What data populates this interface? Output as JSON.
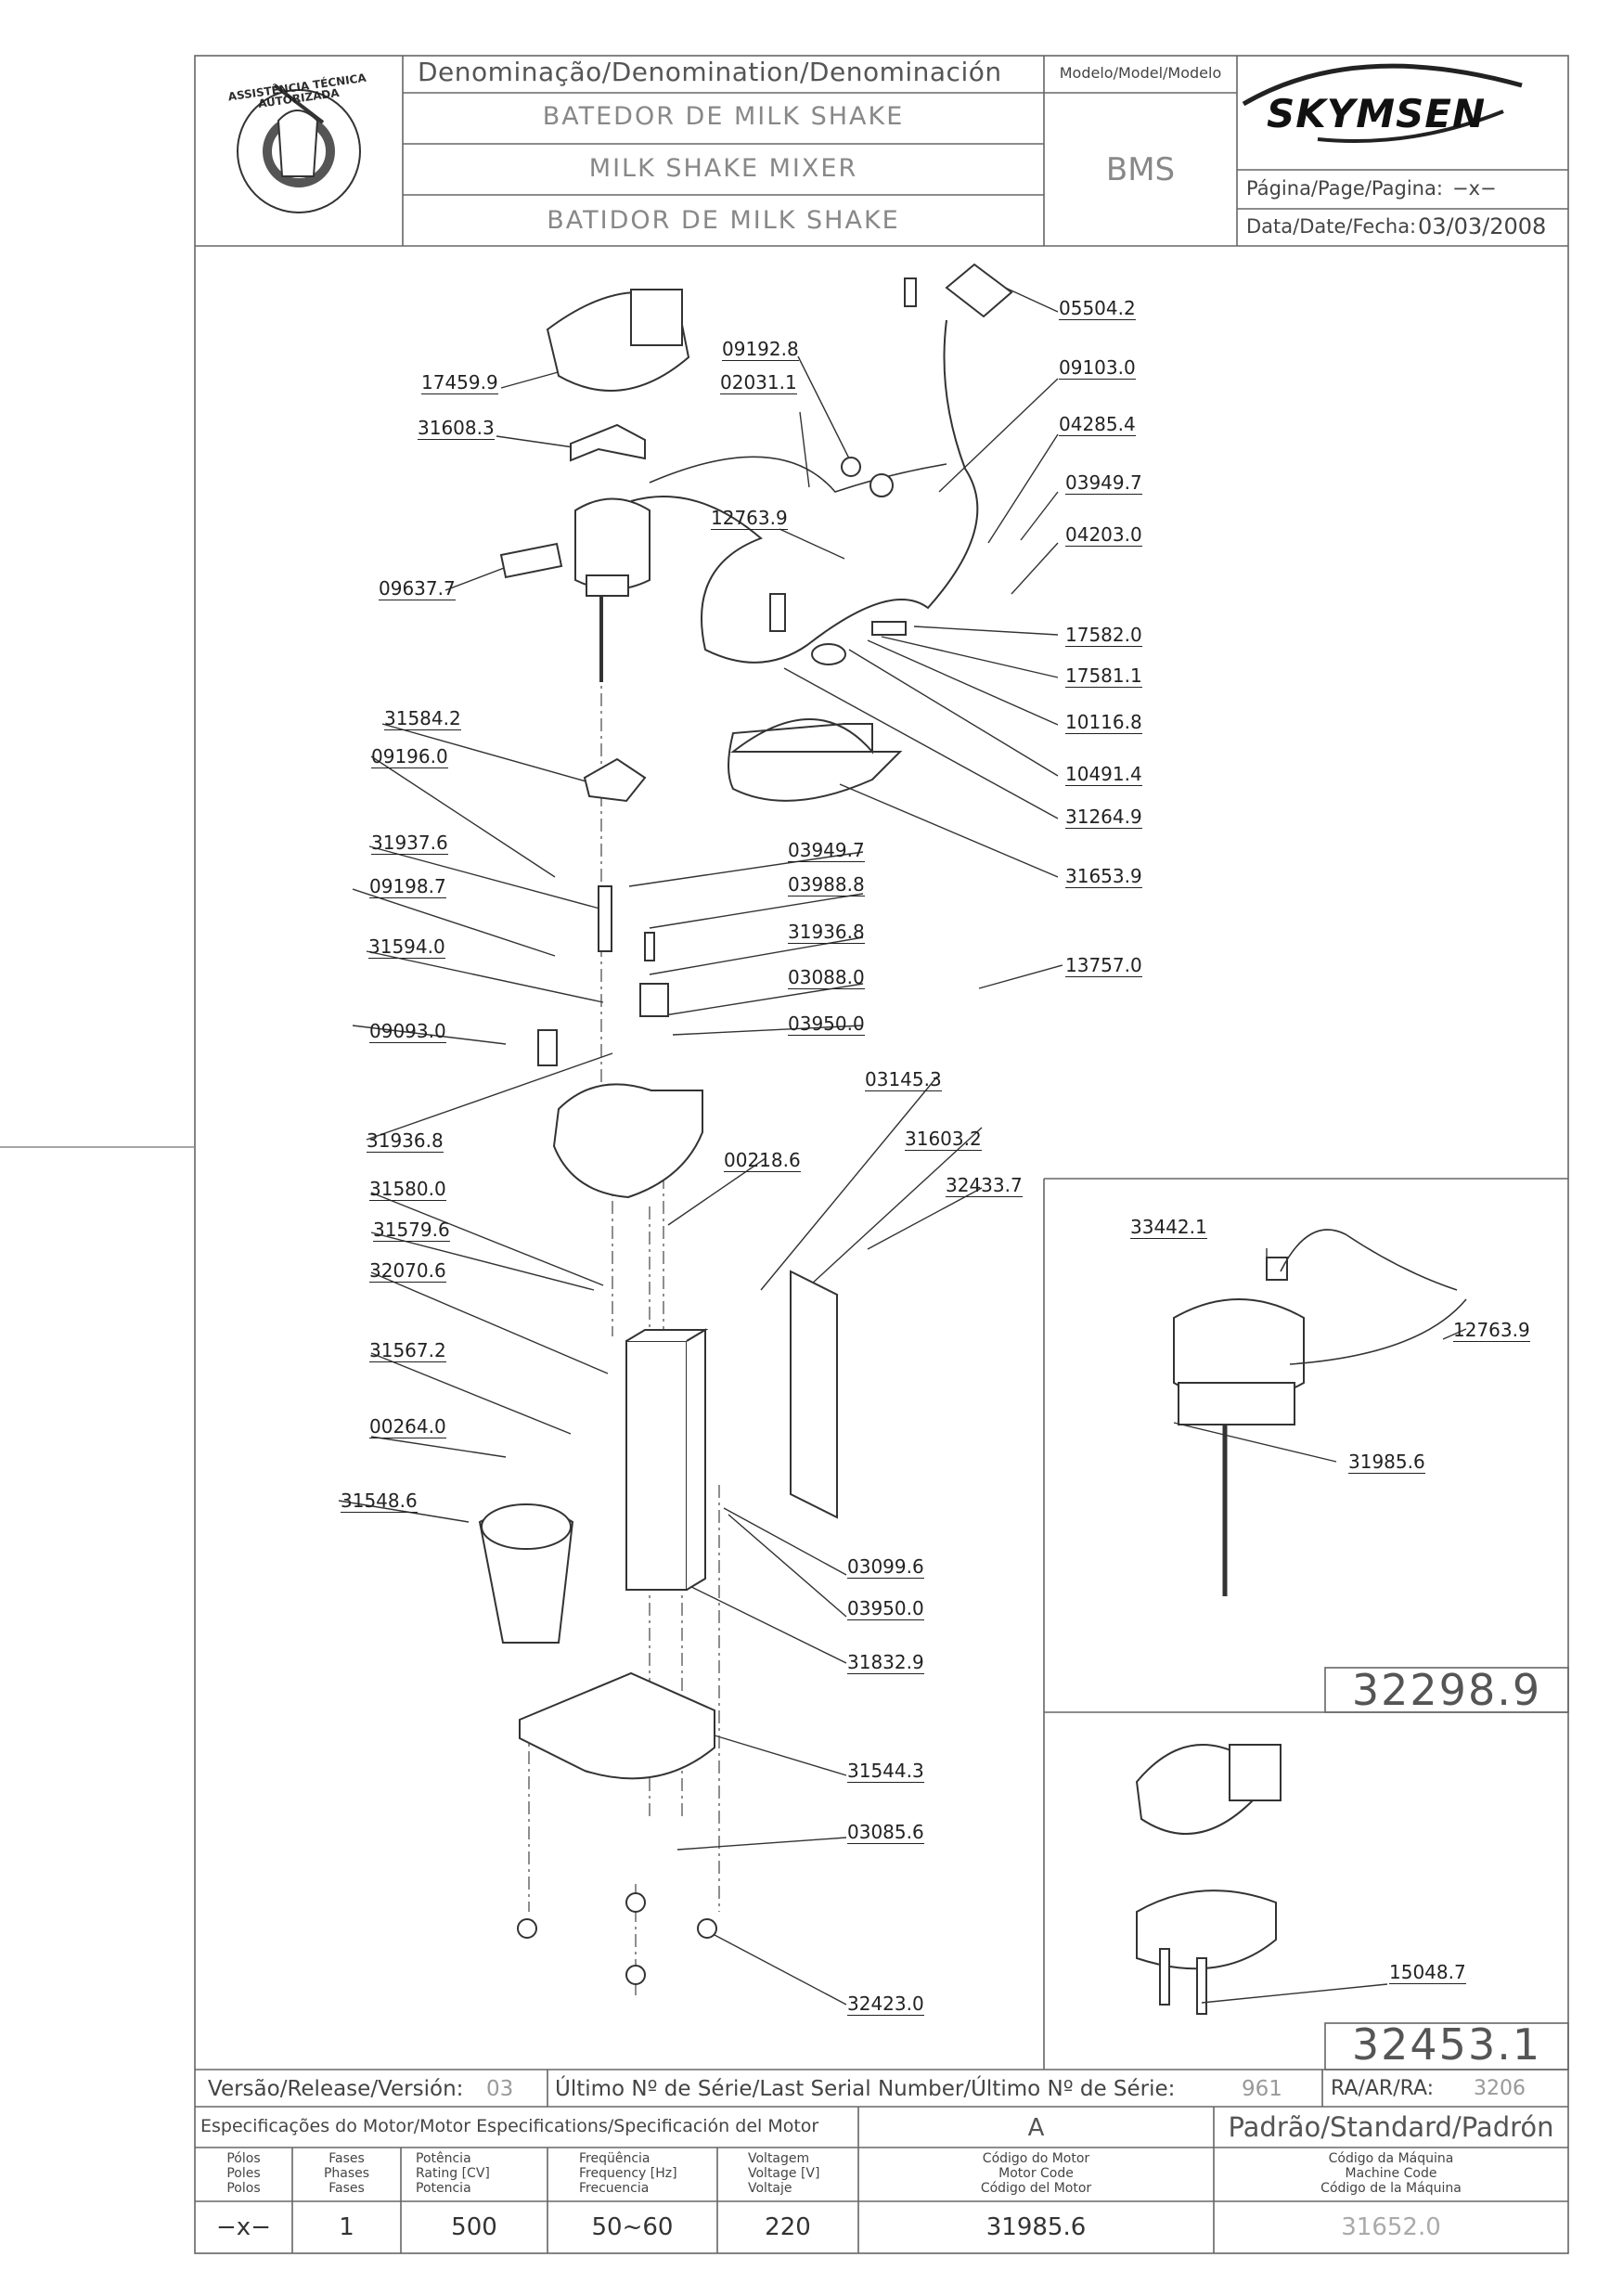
{
  "header": {
    "denomination_label": "Denominação/Denomination/Denominación",
    "name_pt": "BATEDOR DE MILK SHAKE",
    "name_en": "MILK SHAKE MIXER",
    "name_es": "BATIDOR DE MILK SHAKE",
    "model_label": "Modelo/Model/Modelo",
    "model_value": "BMS",
    "brand": "SKYMSEN",
    "page_label": "Página/Page/Pagina:",
    "page_value": "−x−",
    "date_label": "Data/Date/Fecha:",
    "date_value": "03/03/2008",
    "seal_text": "ASSISTÊNCIA TÉCNICA AUTORIZADA"
  },
  "parts": [
    {
      "code": "05504.2"
    },
    {
      "code": "09192.8"
    },
    {
      "code": "09103.0"
    },
    {
      "code": "02031.1"
    },
    {
      "code": "17459.9"
    },
    {
      "code": "04285.4"
    },
    {
      "code": "31608.3"
    },
    {
      "code": "03949.7"
    },
    {
      "code": "12763.9"
    },
    {
      "code": "04203.0"
    },
    {
      "code": "09637.7"
    },
    {
      "code": "17582.0"
    },
    {
      "code": "17581.1"
    },
    {
      "code": "10116.8"
    },
    {
      "code": "31584.2"
    },
    {
      "code": "09196.0"
    },
    {
      "code": "10491.4"
    },
    {
      "code": "31264.9"
    },
    {
      "code": "31937.6"
    },
    {
      "code": "03949.7"
    },
    {
      "code": "31653.9"
    },
    {
      "code": "09198.7"
    },
    {
      "code": "03988.8"
    },
    {
      "code": "31594.0"
    },
    {
      "code": "31936.8"
    },
    {
      "code": "03088.0"
    },
    {
      "code": "13757.0"
    },
    {
      "code": "09093.0"
    },
    {
      "code": "03950.0"
    },
    {
      "code": "03145.3"
    },
    {
      "code": "31936.8"
    },
    {
      "code": "31603.2"
    },
    {
      "code": "00218.6"
    },
    {
      "code": "32433.7"
    },
    {
      "code": "31580.0"
    },
    {
      "code": "31579.6"
    },
    {
      "code": "32070.6"
    },
    {
      "code": "31567.2"
    },
    {
      "code": "00264.0"
    },
    {
      "code": "31548.6"
    },
    {
      "code": "03099.6"
    },
    {
      "code": "03950.0"
    },
    {
      "code": "31832.9"
    },
    {
      "code": "31544.3"
    },
    {
      "code": "03085.6"
    },
    {
      "code": "32423.0"
    }
  ],
  "inset1": {
    "parts": [
      {
        "code": "33442.1"
      },
      {
        "code": "12763.9"
      },
      {
        "code": "31985.6"
      }
    ],
    "kit_code": "32298.9"
  },
  "inset2": {
    "parts": [
      {
        "code": "15048.7"
      }
    ],
    "kit_code": "32453.1"
  },
  "footer": {
    "version_label": "Versão/Release/Versión:",
    "version_value": "03",
    "serial_label": "Último Nº de Série/Last Serial Number/Último Nº de Série:",
    "serial_value": "961",
    "ra_label": "RA/AR/RA:",
    "ra_value": "3206",
    "motor_spec_label": "Especificações do Motor/Motor Especifications/Specificación del Motor",
    "motor_spec_variant": "A",
    "standard_label": "Padrão/Standard/Padrón",
    "columns": [
      {
        "l1": "Pólos",
        "l2": "Poles",
        "l3": "Polos",
        "value": "−x−"
      },
      {
        "l1": "Fases",
        "l2": "Phases",
        "l3": "Fases",
        "value": "1"
      },
      {
        "l1": "Potência",
        "l2": "Rating [CV]",
        "l3": "Potencia",
        "value": "500"
      },
      {
        "l1": "Freqüência",
        "l2": "Frequency [Hz]",
        "l3": "Frecuencia",
        "value": "50~60"
      },
      {
        "l1": "Voltagem",
        "l2": "Voltage [V]",
        "l3": "Voltaje",
        "value": "220"
      },
      {
        "l1": "Código do Motor",
        "l2": "Motor Code",
        "l3": "Código del Motor",
        "value": "31985.6"
      },
      {
        "l1": "Código da Máquina",
        "l2": "Machine Code",
        "l3": "Código de la Máquina",
        "value": "31652.0"
      }
    ]
  }
}
